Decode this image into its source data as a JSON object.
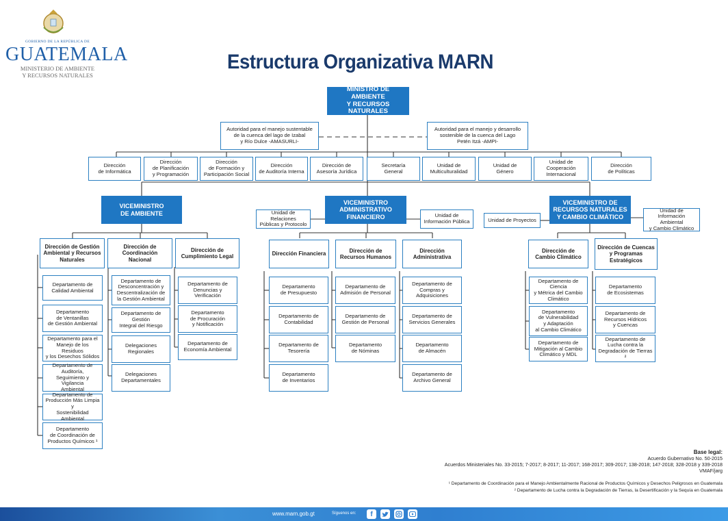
{
  "header": {
    "logo_government": "GOBIERNO DE LA REPÚBLICA DE",
    "logo_country": "GUATEMALA",
    "logo_ministry": "MINISTERIO DE AMBIENTE\nY RECURSOS NATURALES",
    "title": "Estructura Organizativa MARN"
  },
  "org": {
    "minister": "MINISTRO DE AMBIENTE\nY RECURSOS NATURALES",
    "authority_left": "Autoridad para el manejo sustentable\nde la cuenca del lago de Izabal\ny Río Dulce -AMASURLI-",
    "authority_right": "Autoridad para el manejo y desarrollo\nsostenible de la cuenca del Lago\nPetén Itzá -AMPI-",
    "staff_units": [
      "Dirección\nde Informática",
      "Dirección\nde Planificación\ny Programación",
      "Dirección\nde Formación y\nParticipación Social",
      "Dirección\nde Auditoría Interna",
      "Dirección de\nAsesoría Jurídica",
      "Secretaría\nGeneral",
      "Unidad de\nMulticulturalidad",
      "Unidad de\nGénero",
      "Unidad de Cooperación\nInternacional",
      "Dirección\nde Políticas"
    ],
    "vice_ambiente": {
      "title": "VICEMINISTRO\nDE AMBIENTE",
      "directions": [
        {
          "name": "Dirección de Gestión\nAmbiental y Recursos\nNaturales",
          "departments": [
            "Departamento de\nCalidad Ambiental",
            "Departamento\nde Ventanillas\nde Gestión Ambiental",
            "Departamento para el\nManejo de los Residuos\ny los Desechos Sólidos",
            "Departamento de Auditoría,\nSeguimiento y Vigilancia\nAmbiental",
            "Departamento de\nProducción Más Limpia y\nSostenibilidad Ambiental",
            "Departamento\nde Coordinación de\nProductos Químicos ¹"
          ]
        },
        {
          "name": "Dirección de\nCoordinación Nacional",
          "departments": [
            "Departamento de\nDesconcentración y\nDescentralización de\nla Gestión Ambiental",
            "Departamento de Gestión\nIntegral del Riesgo",
            "Delegaciones\nRegionales",
            "Delegaciones\nDepartamentales"
          ]
        },
        {
          "name": "Dirección de\nCumplimiento Legal",
          "departments": [
            "Departamento de\nDenuncias y Verificación",
            "Departamento\nde Procuración\ny Notificación",
            "Departamento de\nEconomía Ambiental"
          ]
        }
      ]
    },
    "vice_admin": {
      "title": "VICEMINISTRO\nADMINISTRATIVO\nFINANCIERO",
      "unit_left": "Unidad de Relaciones\nPúblicas y Protocolo",
      "unit_right": "Unidad de\nInformación Pública",
      "directions": [
        {
          "name": "Dirección Financiera",
          "departments": [
            "Departamento\nde Presupuesto",
            "Departamento de\nContabilidad",
            "Departamento de\nTesorería",
            "Departamento\nde Inventarios"
          ]
        },
        {
          "name": "Dirección de\nRecursos Humanos",
          "departments": [
            "Departamento de\nAdmisión de Personal",
            "Departamento de\nGestión de Personal",
            "Departamento\nde Nóminas"
          ]
        },
        {
          "name": "Dirección\nAdministrativa",
          "departments": [
            "Departamento de\nCompras y Adquisiciones",
            "Departamento de\nServicios Generales",
            "Departamento\nde Almacén",
            "Departamento de\nArchivo General"
          ]
        }
      ]
    },
    "vice_rn": {
      "title": "VICEMINISTRO DE\nRECURSOS NATURALES\nY CAMBIO CLIMÁTICO",
      "unit_left": "Unidad de Proyectos",
      "unit_right": "Unidad de\nInformación Ambiental\ny Cambio Climático",
      "directions": [
        {
          "name": "Dirección de\nCambio Climático",
          "departments": [
            "Departamento de Ciencia\ny Métrica del Cambio\nClimático",
            "Departamento\nde Vulnerabilidad\ny Adaptación\nal Cambio Climático",
            "Departamento de\nMitigación al Cambio\nClimático y MDL"
          ]
        },
        {
          "name": "Dirección de Cuencas\ny Programas\nEstratégicos",
          "departments": [
            "Departamento\nde Ecosistemas",
            "Departamento de\nRecursos Hídricos\ny Cuencas",
            "Departamento de\nLucha contra la\nDegradación de Tierras ²"
          ]
        }
      ]
    }
  },
  "legal": {
    "heading": "Base legal:",
    "line1": "Acuerdo Gubernativo No. 50-2015",
    "line2": "Acuerdos Ministeriales No. 33-2015; 7-2017; 8-2017; 11-2017; 168-2017; 309-2017; 138-2018; 147-2018; 328-2018 y 339-2018",
    "line3": "VMAF/jarg",
    "note1": "¹ Departamento de Coordinación para el Manejo Ambientalmente Racional de Productos Químicos y Desechos Peligrosos en Guatemala",
    "note2": "² Departamento de Lucha contra la Degradación de Tierras, la Desertificación y la Sequía en Guatemala"
  },
  "footer": {
    "url": "www.marn.gob.gt",
    "follow": "Síguenos en:",
    "social_icons": [
      "facebook-icon",
      "twitter-icon",
      "instagram-icon",
      "youtube-icon"
    ]
  },
  "colors": {
    "accent": "#1f77c3",
    "title": "#1a3a6b",
    "border": "#2b7fc1"
  }
}
